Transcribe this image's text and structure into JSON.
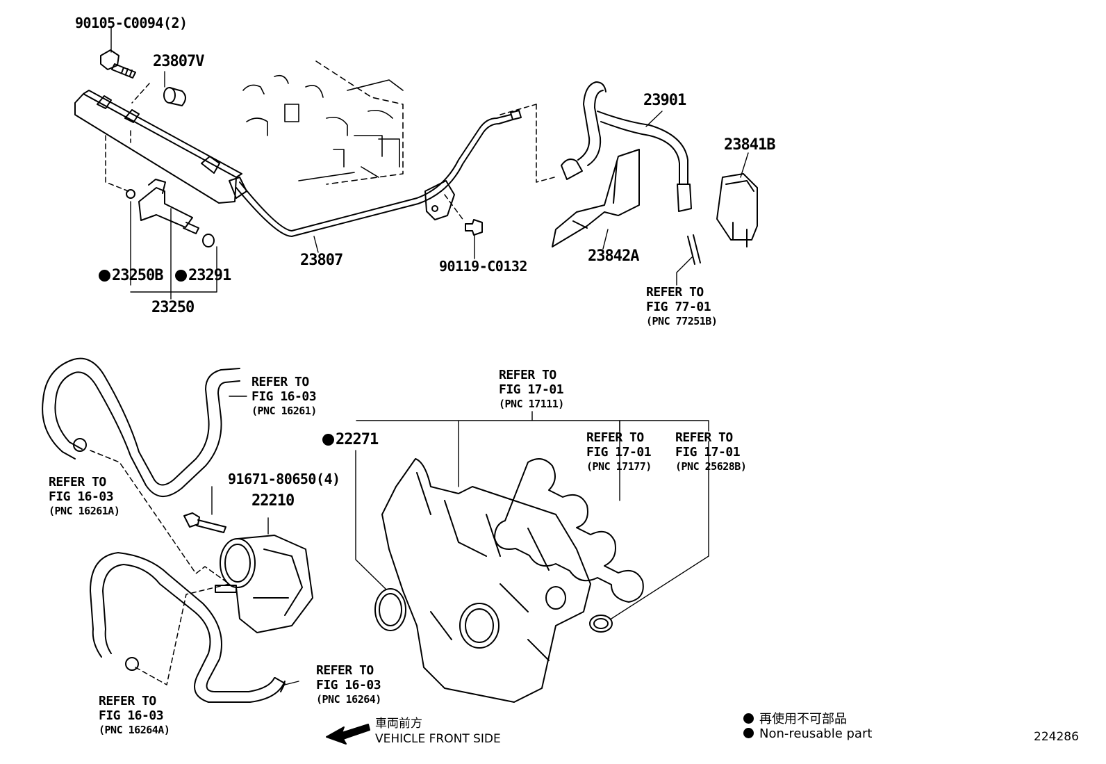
{
  "parts": {
    "p90105": "90105-C0094(2)",
    "p23807v": "23807V",
    "p23807": "23807",
    "p23250b": "23250B",
    "p23291": "23291",
    "p23250": "23250",
    "p90119": "90119-C0132",
    "p23901": "23901",
    "p23841b": "23841B",
    "p23842a": "23842A",
    "p22271": "22271",
    "p91671": "91671-80650(4)",
    "p22210": "22210"
  },
  "refs": {
    "r77": {
      "l1": "REFER TO",
      "l2": "FIG 77-01",
      "l3": "(PNC 77251B)"
    },
    "r16261": {
      "l1": "REFER TO",
      "l2": "FIG 16-03",
      "l3": "(PNC 16261)"
    },
    "r16261a": {
      "l1": "REFER TO",
      "l2": "FIG 16-03",
      "l3": "(PNC 16261A)"
    },
    "r17111": {
      "l1": "REFER TO",
      "l2": "FIG 17-01",
      "l3": "(PNC 17111)"
    },
    "r17177": {
      "l1": "REFER TO",
      "l2": "FIG 17-01",
      "l3": "(PNC 17177)"
    },
    "r25628b": {
      "l1": "REFER TO",
      "l2": "FIG 17-01",
      "l3": "(PNC 25628B)"
    },
    "r16264": {
      "l1": "REFER TO",
      "l2": "FIG 16-03",
      "l3": "(PNC 16264)"
    },
    "r16264a": {
      "l1": "REFER TO",
      "l2": "FIG 16-03",
      "l3": "(PNC 16264A)"
    }
  },
  "front": {
    "jp": "車両前方",
    "en": "VEHICLE FRONT SIDE"
  },
  "legend": {
    "jp": "再使用不可部品",
    "en": "Non-reusable part"
  },
  "figure_number": "224286"
}
